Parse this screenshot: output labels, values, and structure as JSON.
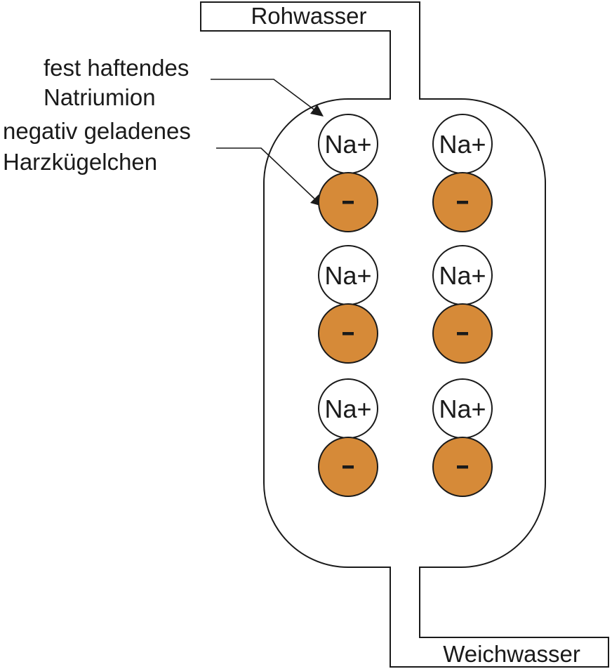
{
  "labels": {
    "inlet": "Rohwasser",
    "outlet": "Weichwasser",
    "sodium_annotation_line1": "fest haftendes",
    "sodium_annotation_line2": "Natriumion",
    "resin_annotation_line1": "negativ geladenes",
    "resin_annotation_line2": "Harzkügelchen"
  },
  "pairs": [
    {
      "ion": "Na+",
      "charge": "-"
    },
    {
      "ion": "Na+",
      "charge": "-"
    },
    {
      "ion": "Na+",
      "charge": "-"
    },
    {
      "ion": "Na+",
      "charge": "-"
    },
    {
      "ion": "Na+",
      "charge": "-"
    },
    {
      "ion": "Na+",
      "charge": "-"
    }
  ],
  "colors": {
    "resin": "#D68A38",
    "ion": "#FFFFFF",
    "outline": "#1A1A1A"
  }
}
